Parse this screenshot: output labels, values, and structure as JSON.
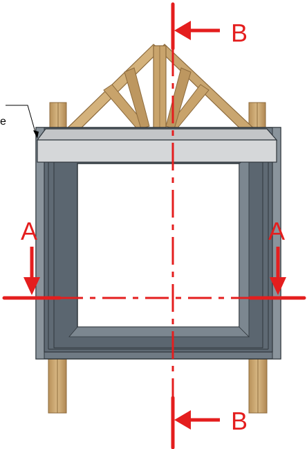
{
  "callout": {
    "text": "e"
  },
  "section_a": {
    "left_label": "A",
    "right_label": "A"
  },
  "section_b": {
    "top_label": "B",
    "bottom_label": "B"
  },
  "colors": {
    "section_line": "#e41e1e",
    "frame_dark": "#5b6670",
    "frame_mid": "#6f7a84",
    "frame_light": "#9aa3ab",
    "lintel_top": "#c7c9cb",
    "lintel": "#d3d5d7",
    "timber_light": "#d9b884",
    "timber": "#c39a62",
    "timber_dark": "#8c6a3c"
  }
}
